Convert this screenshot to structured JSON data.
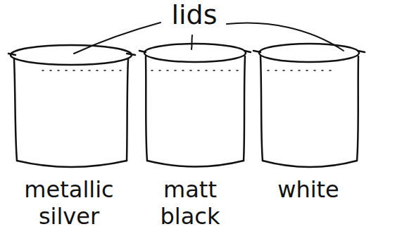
{
  "diagram": {
    "labels": [
      "lids",
      "metallic silver",
      "matt black",
      "white"
    ]
  }
}
